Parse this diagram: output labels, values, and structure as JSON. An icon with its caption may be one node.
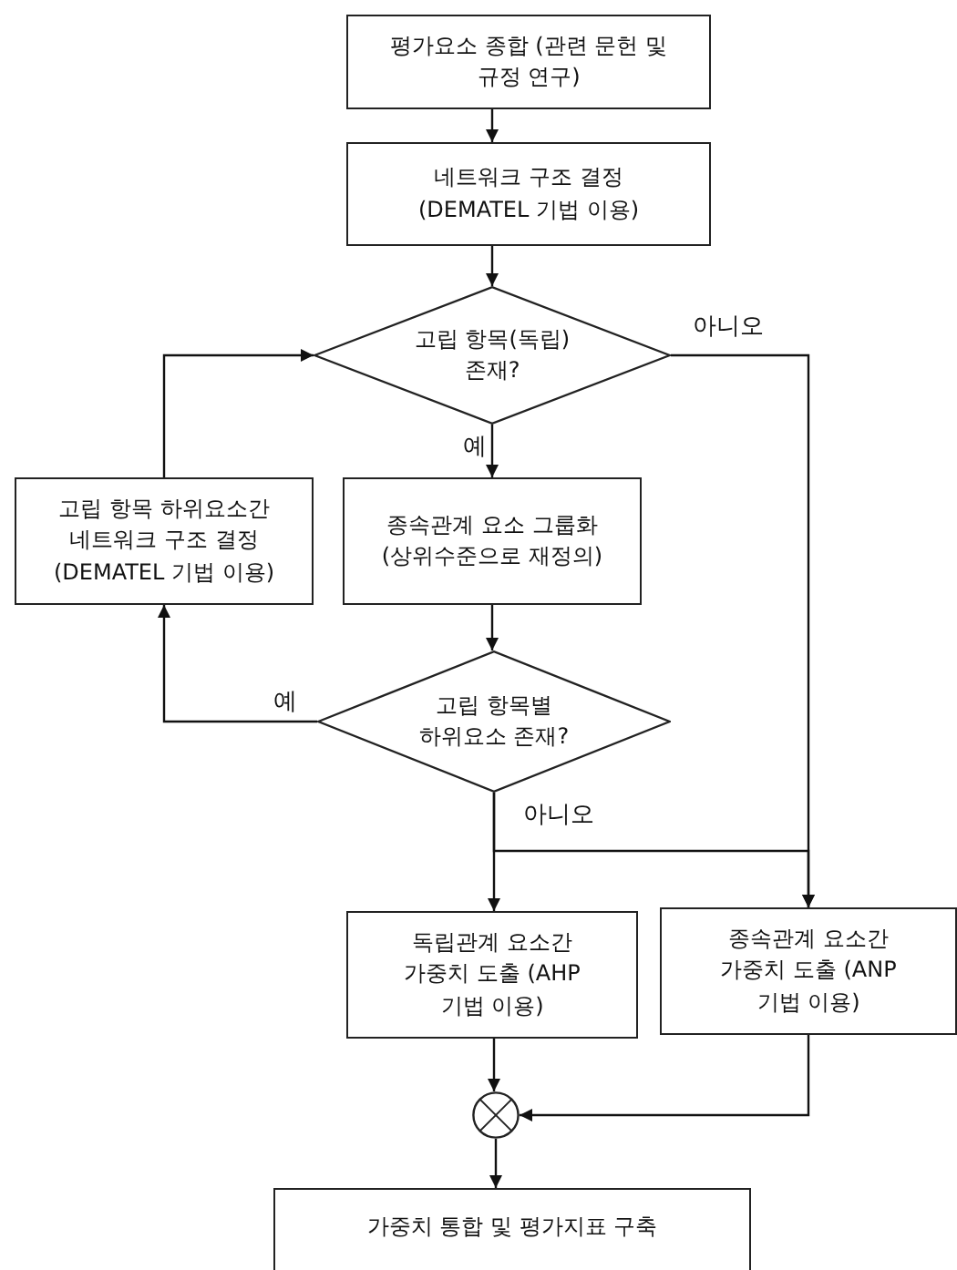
{
  "diagram": {
    "nodes": [
      {
        "text": [
          "평가요소 종합 (관련 문헌 및 규정 연구)"
        ]
      },
      {
        "text": [
          "네트워크 구조 결정 (DEMATEL 기법 이용)"
        ]
      },
      {
        "text": [
          "고립 항목(독립) 존재?"
        ]
      },
      {
        "text": [
          "고립 항목 하위요소간 네트워크 구조 결정 (DEMATEL 기법 이용)"
        ]
      },
      {
        "text": [
          "종속관계 요소 그룹화 (상위수준으로 재정의)"
        ]
      },
      {
        "text": [
          "고립 항목별 하위요소 존재?"
        ]
      },
      {
        "text": [
          "독립관계 요소간 가중치 도출 (AHP 기법 이용)"
        ]
      },
      {
        "text": [
          "종속관계 요소간 가중치 도출 (ANP 기법 이용)"
        ]
      },
      {
        "text": [],
        "shape": "circle"
      },
      {
        "text": [
          "가중치 통합 및 평가지표 구축"
        ]
      }
    ],
    "edges": [
      {
        "from": 0,
        "to": 1,
        "arrow": "to"
      },
      {
        "from": 1,
        "to": 2,
        "arrow": "to"
      },
      {
        "from": 2,
        "to": 4,
        "arrow": "to",
        "label": "예"
      },
      {
        "from": 2,
        "to": 7,
        "arrow": "to",
        "label": "아니오"
      },
      {
        "from": 3,
        "to": 2,
        "arrow": "to"
      },
      {
        "from": 4,
        "to": 5,
        "arrow": "to"
      },
      {
        "from": 5,
        "to": 3,
        "arrow": "to",
        "label": "예"
      },
      {
        "from": 5,
        "to": 6,
        "arrow": "to",
        "label": "아니오"
      },
      {
        "from": 5,
        "to": 7,
        "arrow": "to"
      },
      {
        "from": 6,
        "to": 8,
        "arrow": "to"
      },
      {
        "from": 7,
        "to": 8,
        "arrow": "to"
      },
      {
        "from": 8,
        "to": 9,
        "arrow": "to"
      }
    ]
  }
}
